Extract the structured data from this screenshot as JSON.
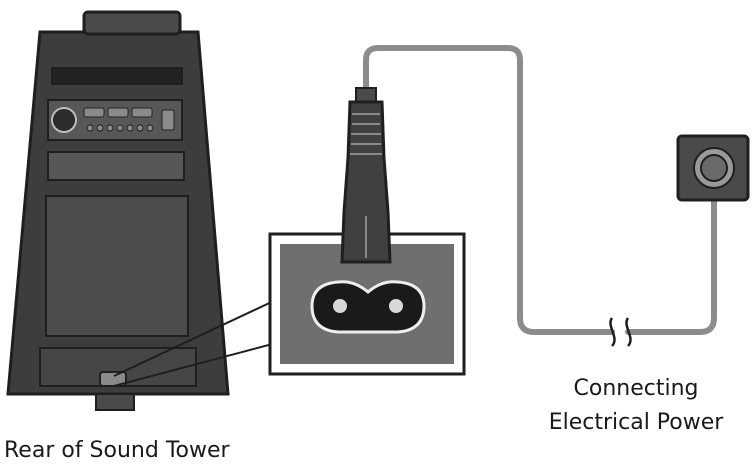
{
  "labels": {
    "rear": "Rear of Sound Tower",
    "power_line1": "Connecting",
    "power_line2": "Electrical Power"
  },
  "icons": [
    "sound-tower-icon",
    "power-plug-icon",
    "ac-inlet-icon",
    "wall-outlet-icon",
    "cable-break-icon"
  ],
  "colors": {
    "outline": "#1f1f1f",
    "tower_body": "#3d3d3d",
    "tower_panel": "#575757",
    "inlet_background": "#6f6f6f",
    "cable": "#8c8c8c"
  }
}
